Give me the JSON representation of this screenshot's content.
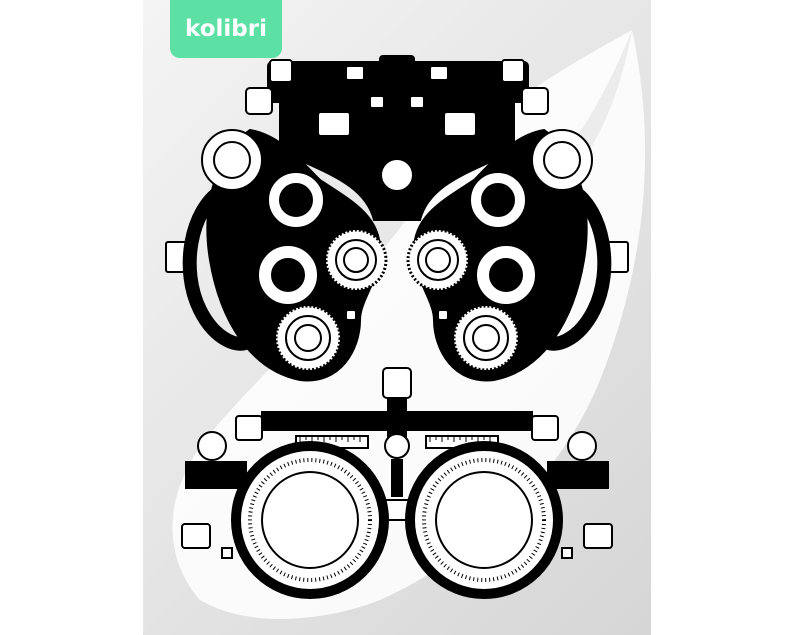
{
  "brand": {
    "name": "kolibri",
    "badge_color": "#5ce0a3",
    "text_color": "#ffffff"
  },
  "illustration": {
    "subjects": [
      "phoropter",
      "trial-frame"
    ],
    "line_color": "#000000",
    "fill_light": "#ffffff",
    "fill_dark": "#000000",
    "background_tones": [
      "#f4f4f4",
      "#d6d6d6"
    ]
  }
}
